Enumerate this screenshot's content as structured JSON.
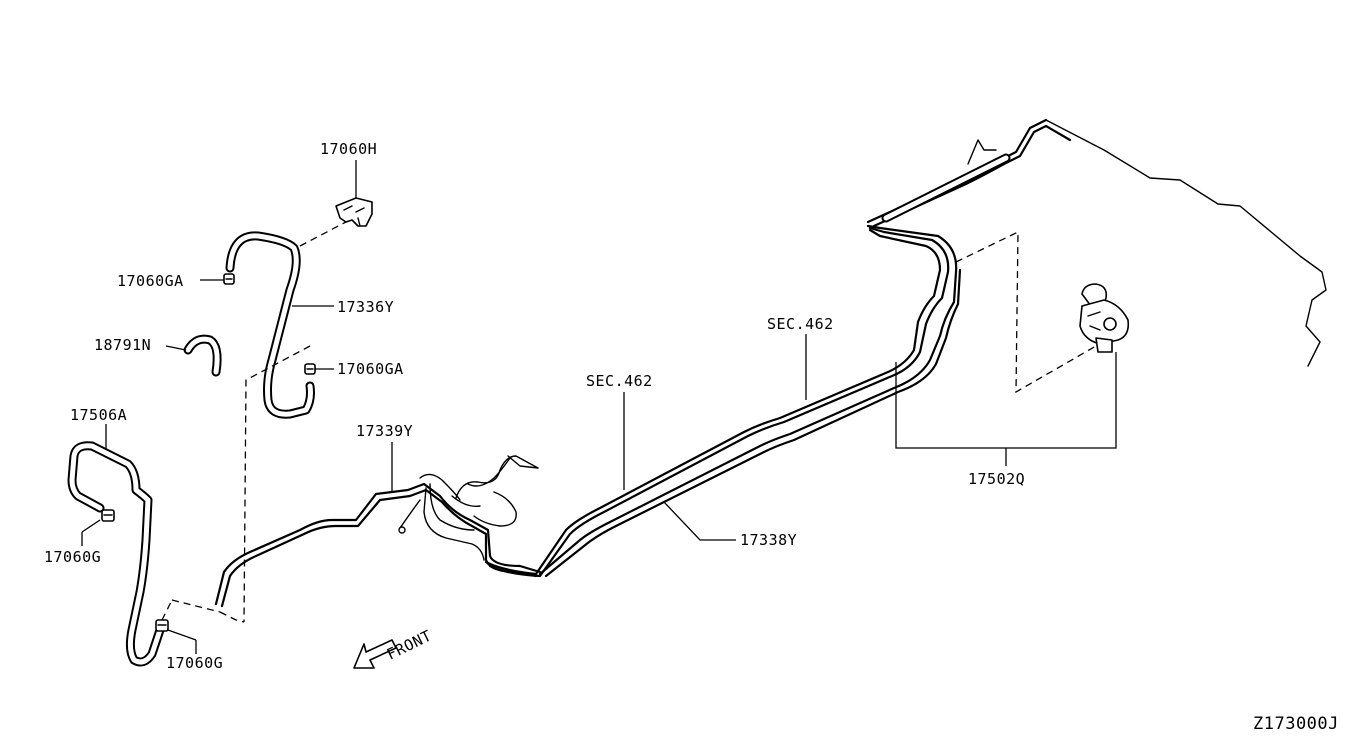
{
  "labels": {
    "p17060H": "17060H",
    "p17060GA_a": "17060GA",
    "p17336Y": "17336Y",
    "p18791N": "18791N",
    "p17060GA_b": "17060GA",
    "p17506A": "17506A",
    "p17339Y": "17339Y",
    "p17060G_a": "17060G",
    "p17060G_b": "17060G",
    "sec462_a": "SEC.462",
    "sec462_b": "SEC.462",
    "p17338Y": "17338Y",
    "p17502Q": "17502Q",
    "front": "FRONT"
  },
  "diagram_code": "Z173000J"
}
